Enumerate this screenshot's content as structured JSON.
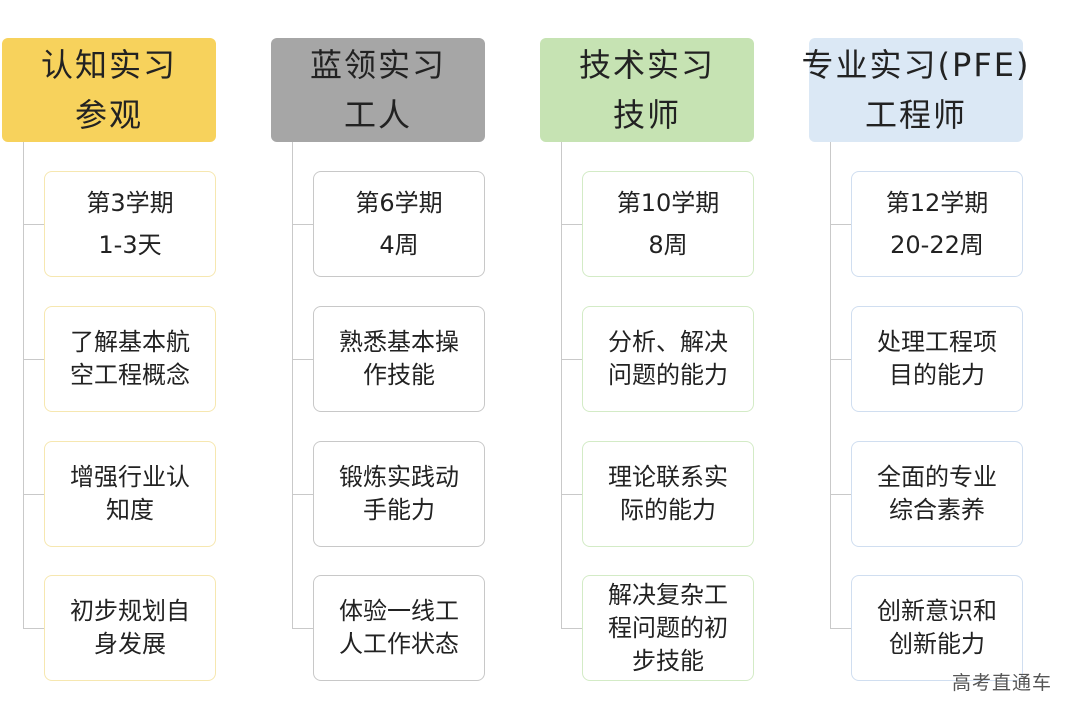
{
  "colors": {
    "col1_header": "#f7d25c",
    "col2_header": "#a6a6a6",
    "col3_header": "#c6e3b3",
    "col4_header": "#dbe8f5",
    "col1_border": "#f6e7b0",
    "col2_border": "#c8c8c8",
    "col3_border": "#d3ebc6",
    "col4_border": "#d0def0",
    "connector": "#c9c9c9"
  },
  "columns": [
    {
      "header": [
        "认知实习",
        "参观"
      ],
      "items": [
        [
          "第3学期",
          "1-3天"
        ],
        [
          "了解基本航",
          "空工程概念"
        ],
        [
          "增强行业认",
          "知度"
        ],
        [
          "初步规划自",
          "身发展"
        ]
      ]
    },
    {
      "header": [
        "蓝领实习",
        "工人"
      ],
      "items": [
        [
          "第6学期",
          "4周"
        ],
        [
          "熟悉基本操",
          "作技能"
        ],
        [
          "锻炼实践动",
          "手能力"
        ],
        [
          "体验一线工",
          "人工作状态"
        ]
      ]
    },
    {
      "header": [
        "技术实习",
        "技师"
      ],
      "items": [
        [
          "第10学期",
          "8周"
        ],
        [
          "分析、解决",
          "问题的能力"
        ],
        [
          "理论联系实",
          "际的能力"
        ],
        [
          "解决复杂工",
          "程问题的初",
          "步技能"
        ]
      ]
    },
    {
      "header": [
        "专业实习(PFE)",
        "工程师"
      ],
      "items": [
        [
          "第12学期",
          "20-22周"
        ],
        [
          "处理工程项",
          "目的能力"
        ],
        [
          "全面的专业",
          "综合素养"
        ],
        [
          "创新意识和",
          "创新能力"
        ]
      ]
    }
  ],
  "watermark": "高考直通车"
}
